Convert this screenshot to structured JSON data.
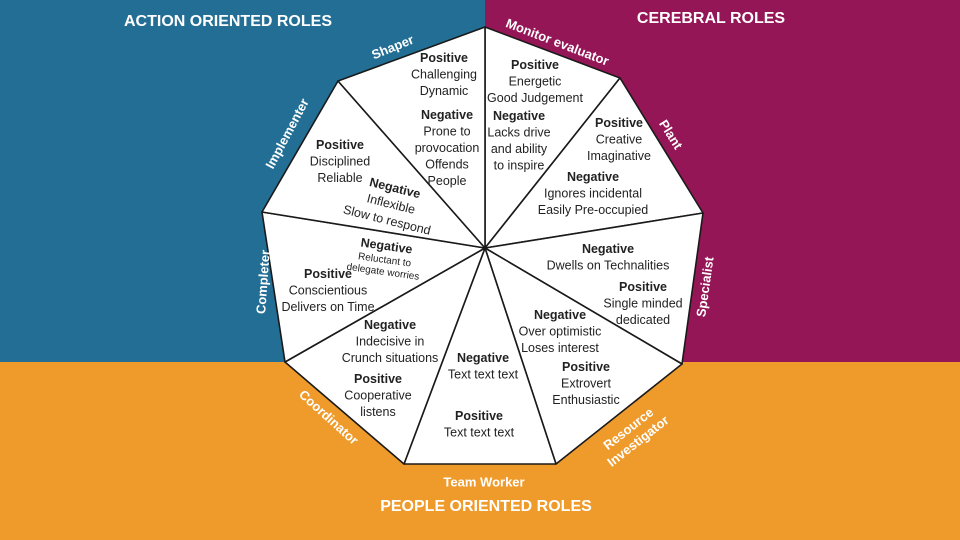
{
  "colors": {
    "action": "#236e94",
    "cerebral": "#951657",
    "people": "#ef9b2c",
    "segment_fill": "#ffffff",
    "segment_stroke": "#1a1a1a",
    "label_text": "#ffffff"
  },
  "quadrants": {
    "action": "ACTION ORIENTED ROLES",
    "cerebral": "CEREBRAL ROLES",
    "people": "PEOPLE ORIENTED ROLES"
  },
  "roles": [
    {
      "name": "Monitor evaluator",
      "positive": {
        "heading": "Positive",
        "lines": [
          "Energetic",
          "Good Judgement"
        ]
      },
      "negative": {
        "heading": "Negative",
        "lines": [
          "Lacks drive",
          "and ability",
          "to inspire"
        ]
      }
    },
    {
      "name": "Plant",
      "positive": {
        "heading": "Positive",
        "lines": [
          "Creative",
          "Imaginative"
        ]
      },
      "negative": {
        "heading": "Negative",
        "lines": [
          "Ignores incidental",
          "Easily Pre-occupied"
        ]
      }
    },
    {
      "name": "Specialist",
      "negative": {
        "heading": "Negative",
        "lines": [
          "Dwells on Technalities"
        ]
      },
      "positive": {
        "heading": "Positive",
        "lines": [
          "Single minded",
          "dedicated"
        ]
      }
    },
    {
      "name": "Resource Investigator",
      "negative": {
        "heading": "Negative",
        "lines": [
          "Over optimistic",
          "Loses interest"
        ]
      },
      "positive": {
        "heading": "Positive",
        "lines": [
          "Extrovert",
          "Enthusiastic"
        ]
      }
    },
    {
      "name": "Team Worker",
      "negative": {
        "heading": "Negative",
        "lines": [
          "Text text text"
        ]
      },
      "positive": {
        "heading": "Positive",
        "lines": [
          "Text text text"
        ]
      }
    },
    {
      "name": "Coordinator",
      "negative": {
        "heading": "Negative",
        "lines": [
          "Indecisive in",
          "Crunch situations"
        ]
      },
      "positive": {
        "heading": "Positive",
        "lines": [
          "Cooperative",
          "listens"
        ]
      }
    },
    {
      "name": "Completer",
      "negative": {
        "heading": "Negative",
        "lines": [
          "Reluctant to",
          "delegate worries"
        ]
      },
      "positive": {
        "heading": "Positive",
        "lines": [
          "Conscientious",
          "Delivers on Time"
        ]
      }
    },
    {
      "name": "Implementer",
      "positive": {
        "heading": "Positive",
        "lines": [
          "Disciplined",
          "Reliable"
        ]
      },
      "negative": {
        "heading": "Negative",
        "lines": [
          "Inflexible",
          "Slow to respond"
        ]
      }
    },
    {
      "name": "Shaper",
      "positive": {
        "heading": "Positive",
        "lines": [
          "Challenging",
          "Dynamic"
        ]
      },
      "negative": {
        "heading": "Negative",
        "lines": [
          "Prone to",
          "provocation",
          "Offends",
          "People"
        ]
      }
    }
  ]
}
